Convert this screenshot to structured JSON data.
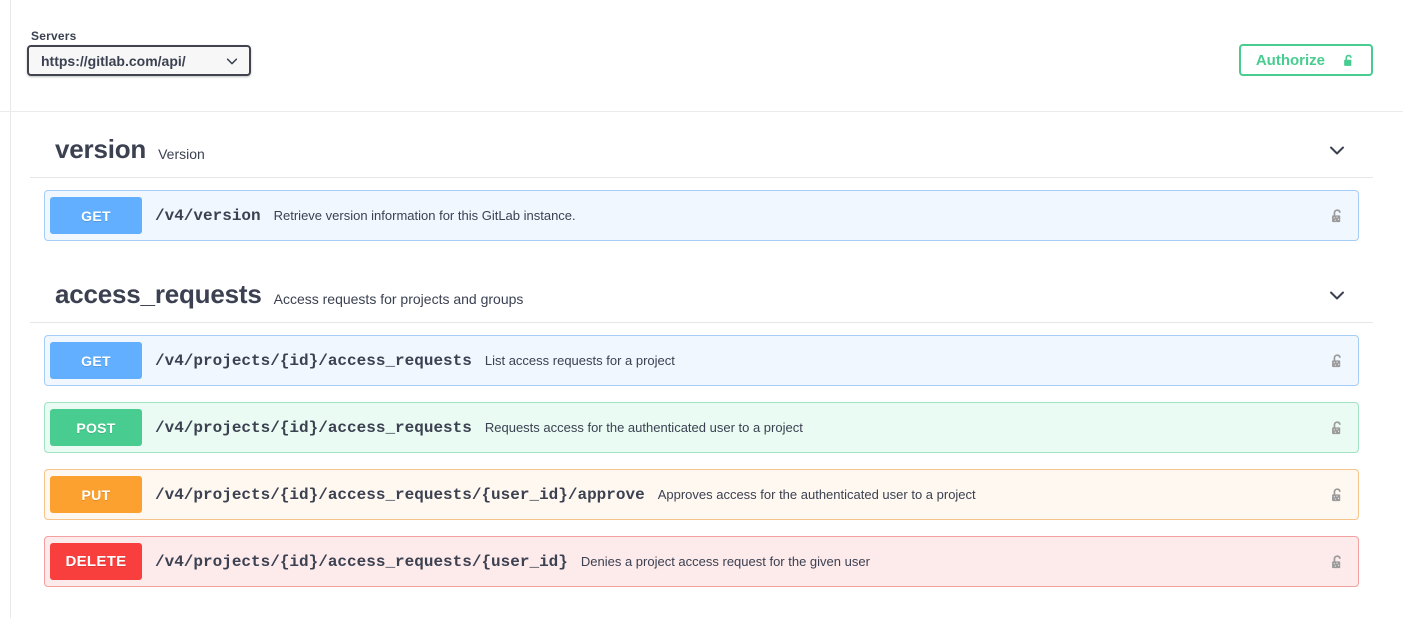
{
  "servers": {
    "label": "Servers",
    "selected": "https://gitlab.com/api/",
    "options": [
      "https://gitlab.com/api/"
    ],
    "chevron_icon": "chevron-down-icon"
  },
  "authorize": {
    "label": "Authorize",
    "icon": "unlocked-padlock-icon",
    "color": "#49cc90"
  },
  "colors": {
    "get": "#61affe",
    "post": "#49cc90",
    "put": "#fca130",
    "delete": "#f93e3e",
    "text": "#3b4151"
  },
  "sections": [
    {
      "name": "version",
      "description": "Version",
      "arrow_icon": "chevron-down-icon",
      "operations": [
        {
          "method": "GET",
          "path": "/v4/version",
          "summary": "Retrieve version information for this GitLab instance.",
          "lock_icon": "unlocked-padlock-icon",
          "method_class": "get"
        }
      ]
    },
    {
      "name": "access_requests",
      "description": "Access requests for projects and groups",
      "arrow_icon": "chevron-down-icon",
      "operations": [
        {
          "method": "GET",
          "path": "/v4/projects/{id}/access_requests",
          "summary": "List access requests for a project",
          "lock_icon": "unlocked-padlock-icon",
          "method_class": "get"
        },
        {
          "method": "POST",
          "path": "/v4/projects/{id}/access_requests",
          "summary": "Requests access for the authenticated user to a project",
          "lock_icon": "unlocked-padlock-icon",
          "method_class": "post"
        },
        {
          "method": "PUT",
          "path": "/v4/projects/{id}/access_requests/{user_id}/approve",
          "summary": "Approves access for the authenticated user to a project",
          "lock_icon": "unlocked-padlock-icon",
          "method_class": "put"
        },
        {
          "method": "DELETE",
          "path": "/v4/projects/{id}/access_requests/{user_id}",
          "summary": "Denies a project access request for the given user",
          "lock_icon": "unlocked-padlock-icon",
          "method_class": "delete"
        }
      ]
    }
  ]
}
